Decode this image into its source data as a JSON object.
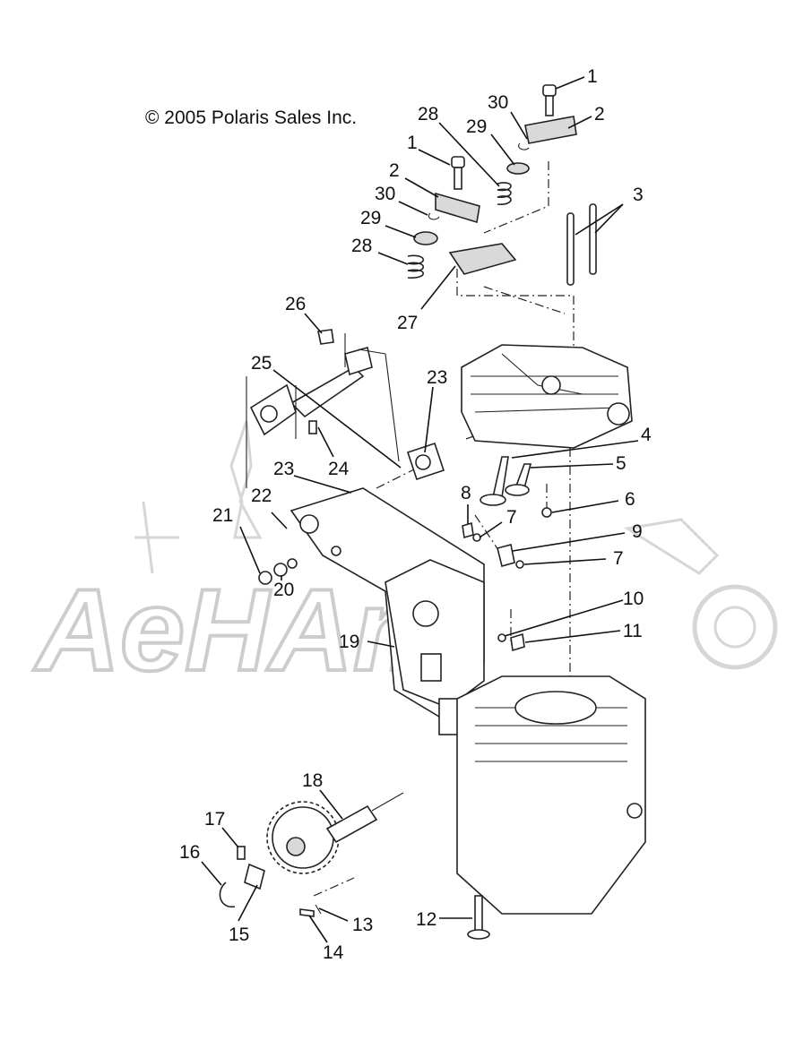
{
  "copyright": "© 2005 Polaris Sales Inc.",
  "watermark": {
    "text": "AeHAm"
  },
  "callouts": [
    {
      "id": "c1a",
      "label": "1"
    },
    {
      "id": "c2a",
      "label": "2"
    },
    {
      "id": "c30a",
      "label": "30"
    },
    {
      "id": "c28a",
      "label": "28"
    },
    {
      "id": "c29a",
      "label": "29"
    },
    {
      "id": "c1b",
      "label": "1"
    },
    {
      "id": "c2b",
      "label": "2"
    },
    {
      "id": "c30b",
      "label": "30"
    },
    {
      "id": "c29b",
      "label": "29"
    },
    {
      "id": "c28b",
      "label": "28"
    },
    {
      "id": "c3",
      "label": "3"
    },
    {
      "id": "c27",
      "label": "27"
    },
    {
      "id": "c26",
      "label": "26"
    },
    {
      "id": "c25",
      "label": "25"
    },
    {
      "id": "c23a",
      "label": "23"
    },
    {
      "id": "c24",
      "label": "24"
    },
    {
      "id": "c23b",
      "label": "23"
    },
    {
      "id": "c4",
      "label": "4"
    },
    {
      "id": "c5",
      "label": "5"
    },
    {
      "id": "c22",
      "label": "22"
    },
    {
      "id": "c21",
      "label": "21"
    },
    {
      "id": "c20",
      "label": "20"
    },
    {
      "id": "c8",
      "label": "8"
    },
    {
      "id": "c7a",
      "label": "7"
    },
    {
      "id": "c6",
      "label": "6"
    },
    {
      "id": "c9",
      "label": "9"
    },
    {
      "id": "c7b",
      "label": "7"
    },
    {
      "id": "c10",
      "label": "10"
    },
    {
      "id": "c11",
      "label": "11"
    },
    {
      "id": "c19",
      "label": "19"
    },
    {
      "id": "c18",
      "label": "18"
    },
    {
      "id": "c17",
      "label": "17"
    },
    {
      "id": "c16",
      "label": "16"
    },
    {
      "id": "c15",
      "label": "15"
    },
    {
      "id": "c14",
      "label": "14"
    },
    {
      "id": "c13",
      "label": "13"
    },
    {
      "id": "c12",
      "label": "12"
    }
  ]
}
